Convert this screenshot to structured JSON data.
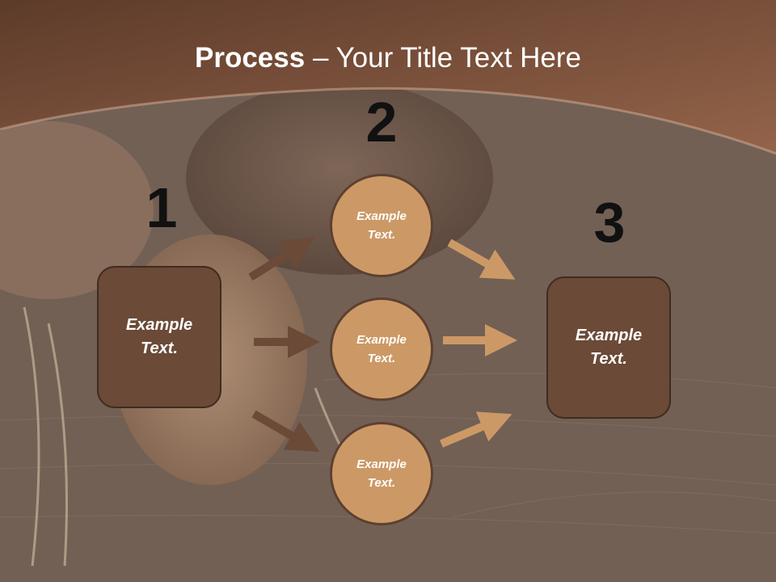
{
  "title": {
    "bold": "Process",
    "rest": " – Your Title Text Here"
  },
  "steps": {
    "one": "1",
    "two": "2",
    "three": "3"
  },
  "left_box": {
    "label": "Example\nText."
  },
  "circles": [
    {
      "label": "Example\nText."
    },
    {
      "label": "Example\nText."
    },
    {
      "label": "Example\nText."
    }
  ],
  "right_box": {
    "label": "Example\nText."
  },
  "colors": {
    "header": "#7d4f3a",
    "box_fill": "#6b4a37",
    "circle_fill": "#cc9966",
    "arrow_dark": "#6b4a37",
    "arrow_light": "#cc9966"
  }
}
